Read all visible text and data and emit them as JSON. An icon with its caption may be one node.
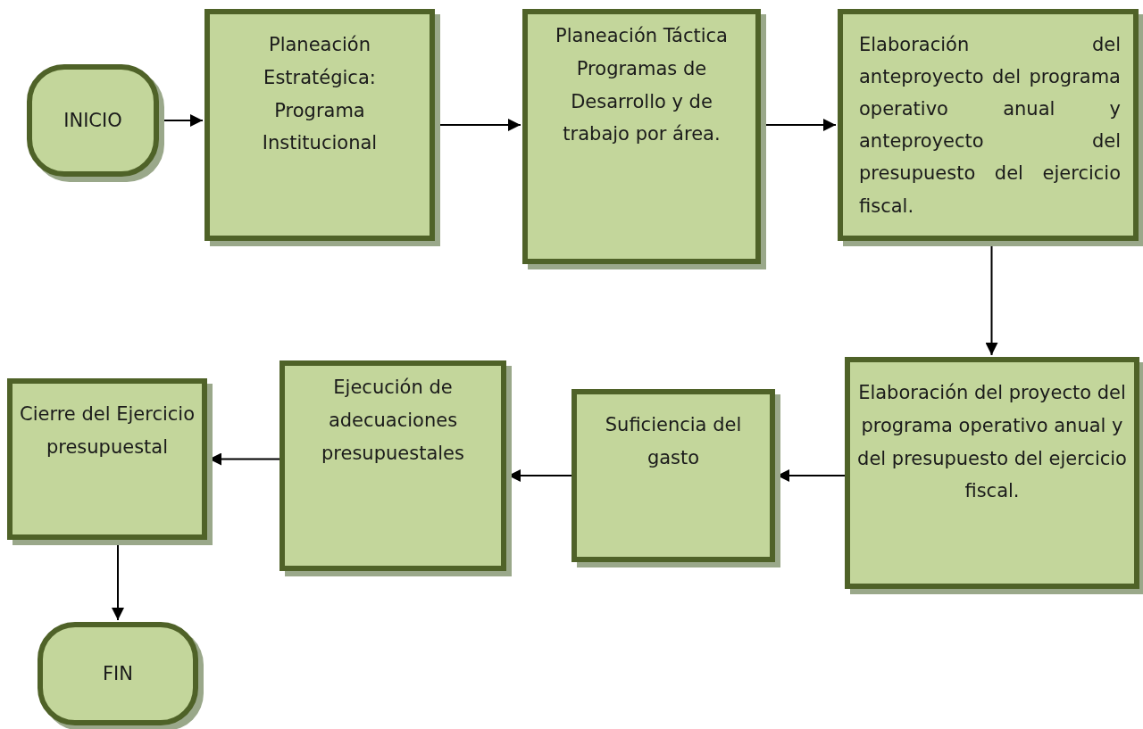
{
  "diagram": {
    "nodes": [
      {
        "text": [
          "INICIO"
        ]
      },
      {
        "text": [
          "Planeación Estratégica: Programa Institucional"
        ]
      },
      {
        "text": [
          "Planeación Táctica Programas de Desarrollo y de trabajo por área."
        ]
      },
      {
        "text": [
          "Elaboración del anteproyecto del programa operativo anual y anteproyecto del presupuesto del ejercicio fiscal."
        ]
      },
      {
        "text": [
          "Elaboración del proyecto del programa operativo anual y del presupuesto del ejercicio fiscal."
        ]
      },
      {
        "text": [
          "Suficiencia del gasto"
        ]
      },
      {
        "text": [
          "Ejecución de adecuaciones presupuestales"
        ]
      },
      {
        "text": [
          "Cierre del Ejercicio presupuestal"
        ]
      },
      {
        "text": [
          "FIN"
        ]
      }
    ],
    "edges": [
      {
        "from": 0,
        "to": 1,
        "arrow": "to"
      },
      {
        "from": 1,
        "to": 2,
        "arrow": "to"
      },
      {
        "from": 2,
        "to": 3,
        "arrow": "to"
      },
      {
        "from": 3,
        "to": 4,
        "arrow": "to"
      },
      {
        "from": 4,
        "to": 5,
        "arrow": "to"
      },
      {
        "from": 5,
        "to": 6,
        "arrow": "to"
      },
      {
        "from": 6,
        "to": 7,
        "arrow": "to"
      },
      {
        "from": 7,
        "to": 8,
        "arrow": "to"
      }
    ]
  }
}
